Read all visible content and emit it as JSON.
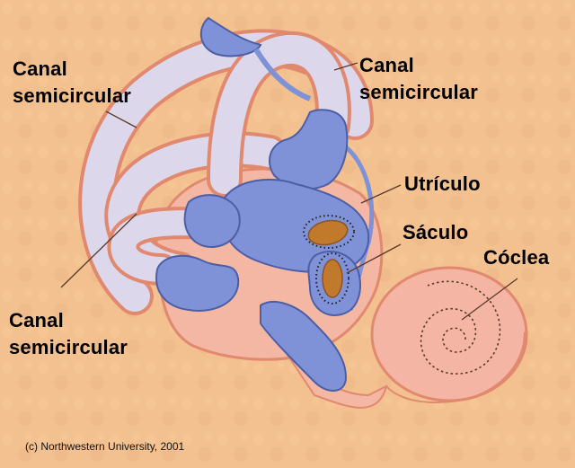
{
  "labels": {
    "canal_top_left": [
      "Canal",
      "semicircular"
    ],
    "canal_top_right": [
      "Canal",
      "semicircular"
    ],
    "canal_bottom_left": [
      "Canal",
      "semicircular"
    ],
    "utriculo": "Utrículo",
    "saculo": "Sáculo",
    "coclea": "Cóclea"
  },
  "credit": "(c) Northwestern University, 2001",
  "colors": {
    "background": "#f3c08f",
    "bony_labyrinth": "#f4b7a4",
    "bony_outline": "#e0896f",
    "canal_tube": "#dcd7ea",
    "membranous": "#7f92d8",
    "membranous_outline": "#4c5fa6",
    "macula": "#c17a2c",
    "leader_line": "#5a3a2a"
  }
}
